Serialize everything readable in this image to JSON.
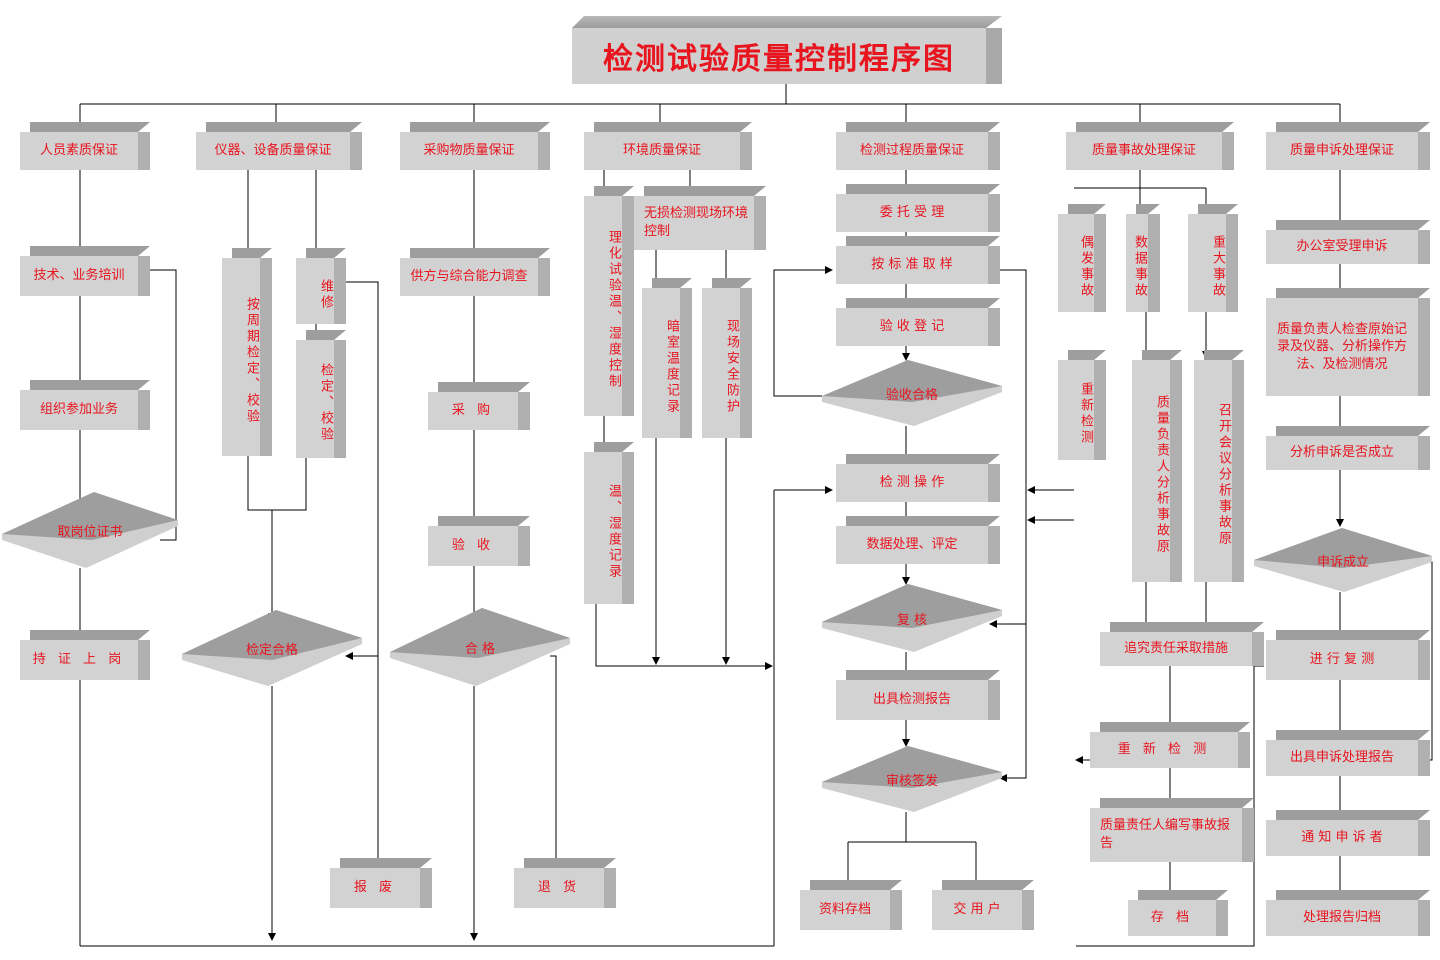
{
  "title": "检测试验质量控制程序图",
  "nodes": {
    "personnel_quality": "人员素质保证",
    "instrument_quality": "仪器、设备质量保证",
    "purchase_quality": "采购物质量保证",
    "environment_quality": "环境质量保证",
    "process_quality": "检测过程质量保证",
    "accident_handling": "质量事故处理保证",
    "complaint_handling": "质量申诉处理保证",
    "training": "技术、业务培训",
    "organize_business": "组织参加业务",
    "obtain_certificate": "取岗位证书",
    "on_duty": "持 证 上 岗",
    "periodic_calibration": "按周期检定、校验",
    "repair": "维修",
    "verify_calibrate": "检定、校验",
    "calibration_pass": "检定合格",
    "scrap": "报  废",
    "supplier_survey": "供方与综合能力调查",
    "purchase": "采  购",
    "acceptance_check": "验  收",
    "qualified": "合  格",
    "return_goods": "退  货",
    "lab_temp_control": "理化试验温、湿度控制",
    "ndt_env_control": "无损检测现场环境控制",
    "temp_humidity_record": "温、湿度记录",
    "darkroom_record": "暗室温度记录",
    "site_safety": "现场安全防护",
    "commission": "委 托 受 理",
    "sampling": "按 标 准 取 样",
    "registration": "验 收 登 记",
    "receipt_qualified": "验收合格",
    "test_operation": "检 测 操 作",
    "data_processing": "数据处理、评定",
    "review": "复  核",
    "issue_report": "出具检测报告",
    "approve_sign": "审核签发",
    "archive_data": "资料存档",
    "deliver_user": "交 用 户",
    "occasional_accident": "偶发事故",
    "data_accident": "数据事故",
    "major_accident": "重大事故",
    "retest_v": "重新检测",
    "responsible_analysis": "质量负责人分析事故原",
    "meeting_analysis": "召开会议分析事故原",
    "pursue_responsibility": "追究责任采取措施",
    "retest": "重 新 检 测",
    "accident_report": "质量责任人编写事故报告",
    "archive": "存  档",
    "office_accept": "办公室受理申诉",
    "inspect_records": "质量负责人检查原始记录及仪器、分析操作方法、及检测情况",
    "analyze_complaint": "分析申诉是否成立",
    "complaint_valid": "申诉成立",
    "retest_again": "进 行 复 测",
    "complaint_report": "出具申诉处理报告",
    "notify_complainant": "通 知 申 诉 者",
    "report_archive": "处理报告归档"
  }
}
